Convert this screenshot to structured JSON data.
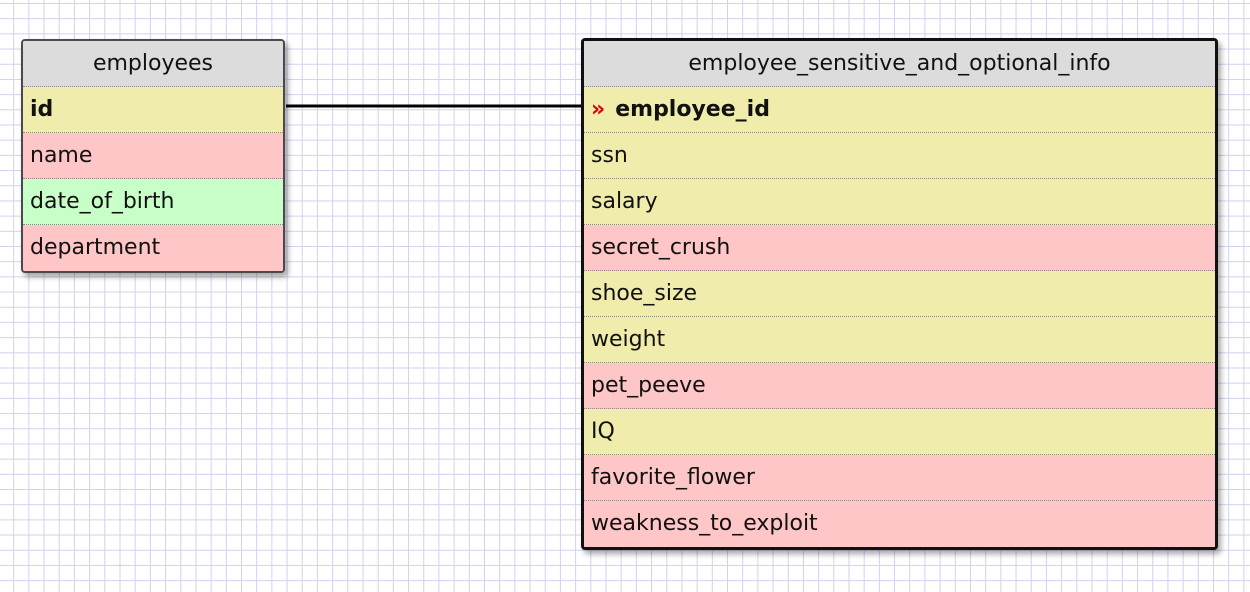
{
  "tables": [
    {
      "name": "employees",
      "rows": [
        {
          "label": "id",
          "color": "#efecac",
          "bold": true,
          "fk": false
        },
        {
          "label": "name",
          "color": "#fec6c6",
          "bold": false,
          "fk": false
        },
        {
          "label": "date_of_birth",
          "color": "#c8fec8",
          "bold": false,
          "fk": false
        },
        {
          "label": "department",
          "color": "#fec6c6",
          "bold": false,
          "fk": false
        }
      ]
    },
    {
      "name": "employee_sensitive_and_optional_info",
      "rows": [
        {
          "label": "employee_id",
          "color": "#efecac",
          "bold": true,
          "fk": true
        },
        {
          "label": "ssn",
          "color": "#efecac",
          "bold": false,
          "fk": false
        },
        {
          "label": "salary",
          "color": "#efecac",
          "bold": false,
          "fk": false
        },
        {
          "label": "secret_crush",
          "color": "#fec6c6",
          "bold": false,
          "fk": false
        },
        {
          "label": "shoe_size",
          "color": "#efecac",
          "bold": false,
          "fk": false
        },
        {
          "label": "weight",
          "color": "#efecac",
          "bold": false,
          "fk": false
        },
        {
          "label": "pet_peeve",
          "color": "#fec6c6",
          "bold": false,
          "fk": false
        },
        {
          "label": "IQ",
          "color": "#efecac",
          "bold": false,
          "fk": false
        },
        {
          "label": "favorite_flower",
          "color": "#fec6c6",
          "bold": false,
          "fk": false
        },
        {
          "label": "weakness_to_exploit",
          "color": "#fec6c6",
          "bold": false,
          "fk": false
        }
      ]
    }
  ],
  "fk_marker": "»",
  "relationship": {
    "from": "employees.id",
    "to": "employee_sensitive_and_optional_info.employee_id"
  }
}
